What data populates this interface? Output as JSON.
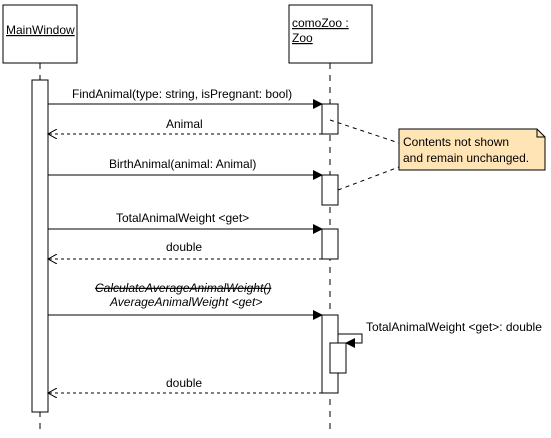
{
  "participants": {
    "main_window": "MainWindow",
    "como_zoo_line1": "comoZoo :",
    "como_zoo_line2": "Zoo"
  },
  "messages": {
    "find_animal": "FindAnimal(type: string, isPregnant: bool)",
    "find_animal_return": "Animal",
    "birth_animal": "BirthAnimal(animal: Animal)",
    "total_weight": "TotalAnimalWeight <get>",
    "total_weight_return": "double",
    "calc_avg_old": "CalculateAverageAnimalWeight()",
    "avg_weight_new": "AverageAnimalWeight <get>",
    "self_call": "TotalAnimalWeight <get>: double",
    "avg_return": "double"
  },
  "note": {
    "line1": "Contents not shown",
    "line2": "and remain unchanged."
  },
  "colors": {
    "note_fill": "#ffe4b5",
    "deleted_text": "#ff0000",
    "added_text": "#0000ff"
  }
}
